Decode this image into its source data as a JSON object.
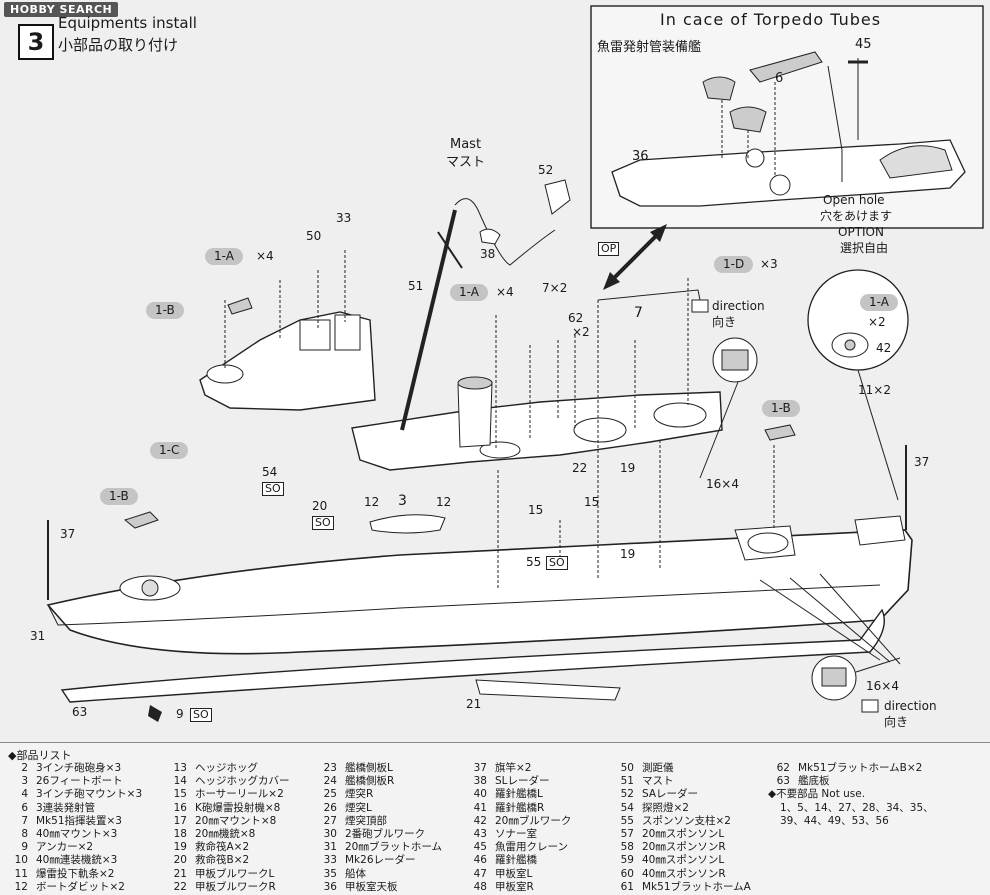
{
  "watermark": "HOBBY SEARCH",
  "step": {
    "number": "3",
    "title_en": "Equipments install",
    "title_ja": "小部品の取り付け"
  },
  "inset": {
    "title": "In cace of Torpedo Tubes",
    "subtitle": "魚雷発射管装備艦",
    "part_6": "6",
    "part_45": "45",
    "part_36": "36",
    "open_hole_en": "Open hole",
    "open_hole_ja": "穴をあけます",
    "op_tag": "OP"
  },
  "option": {
    "label_en": "OPTION",
    "label_ja": "選択自由",
    "pill": "1-A",
    "qty": "×2",
    "part": "42"
  },
  "mast": {
    "label_en": "Mast",
    "label_ja": "マスト",
    "part_52": "52",
    "part_38": "38",
    "part_51": "51"
  },
  "callouts": {
    "c1a_top": "1-A",
    "c1a_top_qty": "×4",
    "c1b_top": "1-B",
    "c1a_mid": "1-A",
    "c1a_mid_qty": "×4",
    "c1c": "1-C",
    "c1b_left": "1-B",
    "c1d": "1-D",
    "c1d_qty": "×3",
    "c1b_right": "1-B",
    "p33": "33",
    "p50": "50",
    "p54": "54",
    "p20": "20",
    "p7x2": "7×2",
    "p62": "62",
    "p62_qty": "×2",
    "p7": "7",
    "p22": "22",
    "p19a": "19",
    "p19b": "19",
    "p12a": "12",
    "p3": "3",
    "p12b": "12",
    "p15a": "15",
    "p15b": "15",
    "p55": "55",
    "p11x2": "11×2",
    "p37a": "37",
    "p37b": "37",
    "p31": "31",
    "p63": "63",
    "p21": "21",
    "p9": "9",
    "p16x4a": "16×4",
    "p16x4b": "16×4",
    "so": "SO",
    "dir_en": "direction",
    "dir_ja": "向き"
  },
  "parts_list": {
    "title": "◆部品リスト",
    "col1": [
      {
        "no": "2",
        "name": "3インチ砲砲身×3"
      },
      {
        "no": "3",
        "name": "26フィートボート"
      },
      {
        "no": "4",
        "name": "3インチ砲マウント×3"
      },
      {
        "no": "6",
        "name": "3連装発射管"
      },
      {
        "no": "7",
        "name": "Mk51指揮装置×3"
      },
      {
        "no": "8",
        "name": "40㎜マウント×3"
      },
      {
        "no": "9",
        "name": "アンカー×2"
      },
      {
        "no": "10",
        "name": "40㎜連装機銃×3"
      },
      {
        "no": "11",
        "name": "爆雷投下軌条×2"
      },
      {
        "no": "12",
        "name": "ボートダビット×2"
      }
    ],
    "col2": [
      {
        "no": "13",
        "name": "ヘッジホッグ"
      },
      {
        "no": "14",
        "name": "ヘッジホッグカバー"
      },
      {
        "no": "15",
        "name": "ホーサーリール×2"
      },
      {
        "no": "16",
        "name": "K砲爆雷投射機×8"
      },
      {
        "no": "17",
        "name": "20㎜マウント×8"
      },
      {
        "no": "18",
        "name": "20㎜機銃×8"
      },
      {
        "no": "19",
        "name": "救命筏A×2"
      },
      {
        "no": "20",
        "name": "救命筏B×2"
      },
      {
        "no": "21",
        "name": "甲板ブルワークL"
      },
      {
        "no": "22",
        "name": "甲板ブルワークR"
      }
    ],
    "col3": [
      {
        "no": "23",
        "name": "艦橋側板L"
      },
      {
        "no": "24",
        "name": "艦橋側板R"
      },
      {
        "no": "25",
        "name": "煙突R"
      },
      {
        "no": "26",
        "name": "煙突L"
      },
      {
        "no": "27",
        "name": "煙突頂部"
      },
      {
        "no": "30",
        "name": "2番砲ブルワーク"
      },
      {
        "no": "31",
        "name": "20㎜ブラットホーム"
      },
      {
        "no": "33",
        "name": "Mk26レーダー"
      },
      {
        "no": "35",
        "name": "船体"
      },
      {
        "no": "36",
        "name": "甲板室天板"
      }
    ],
    "col4": [
      {
        "no": "37",
        "name": "旗竿×2"
      },
      {
        "no": "38",
        "name": "SLレーダー"
      },
      {
        "no": "40",
        "name": "羅針艦橋L"
      },
      {
        "no": "41",
        "name": "羅針艦橋R"
      },
      {
        "no": "42",
        "name": "20㎜ブルワーク"
      },
      {
        "no": "43",
        "name": "ソナー室"
      },
      {
        "no": "45",
        "name": "魚雷用クレーン"
      },
      {
        "no": "46",
        "name": "羅針艦橋"
      },
      {
        "no": "47",
        "name": "甲板室L"
      },
      {
        "no": "48",
        "name": "甲板室R"
      }
    ],
    "col5": [
      {
        "no": "50",
        "name": "測距儀"
      },
      {
        "no": "51",
        "name": "マスト"
      },
      {
        "no": "52",
        "name": "SAレーダー"
      },
      {
        "no": "54",
        "name": "探照燈×2"
      },
      {
        "no": "55",
        "name": "スポンソン支柱×2"
      },
      {
        "no": "57",
        "name": "20㎜スポンソンL"
      },
      {
        "no": "58",
        "name": "20㎜スポンソンR"
      },
      {
        "no": "59",
        "name": "40㎜スポンソンL"
      },
      {
        "no": "60",
        "name": "40㎜スポンソンR"
      },
      {
        "no": "61",
        "name": "Mk51ブラットホームA"
      }
    ],
    "col6": [
      {
        "no": "62",
        "name": "Mk51ブラットホームB×2"
      },
      {
        "no": "63",
        "name": "艦底板"
      }
    ],
    "unused_title": "◆不要部品 Not use.",
    "unused_1": "1、5、14、27、28、34、35、",
    "unused_2": "39、44、49、53、56"
  }
}
